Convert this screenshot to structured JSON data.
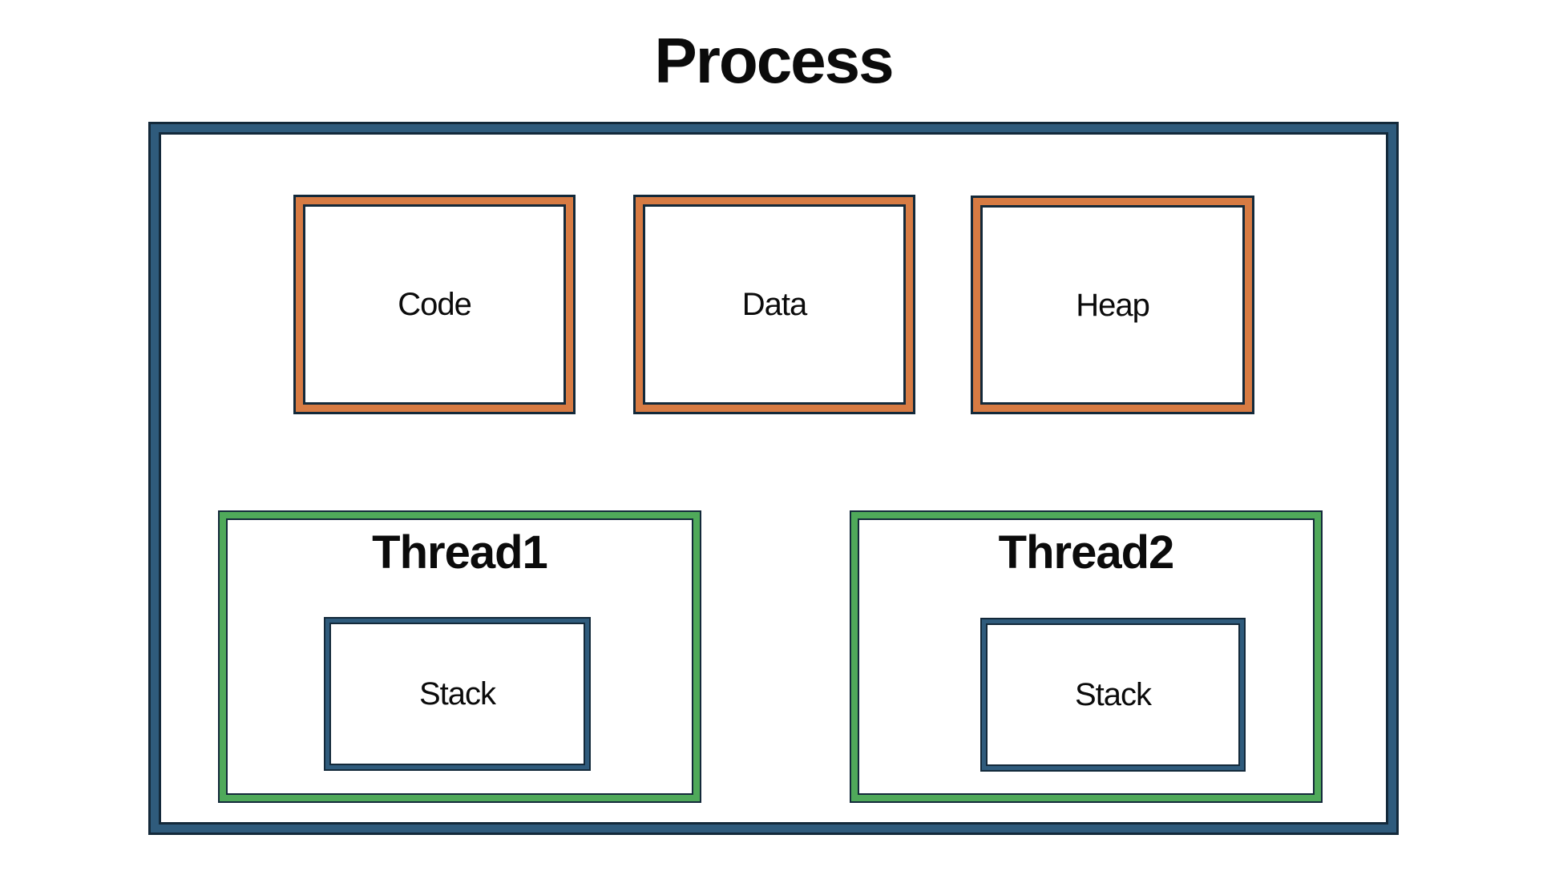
{
  "diagram": {
    "title": "Process",
    "memory_segments": [
      {
        "label": "Code"
      },
      {
        "label": "Data"
      },
      {
        "label": "Heap"
      }
    ],
    "threads": [
      {
        "label": "Thread1",
        "stack": {
          "label": "Stack"
        }
      },
      {
        "label": "Thread2",
        "stack": {
          "label": "Stack"
        }
      }
    ],
    "colors": {
      "process_border": "#2F5B7C",
      "segment_border": "#D77B43",
      "thread_border": "#4FA95A",
      "stack_border": "#2F5B7C",
      "edge_line": "#13293A",
      "text": "#0B0B0B",
      "background": "#FFFFFF"
    }
  }
}
